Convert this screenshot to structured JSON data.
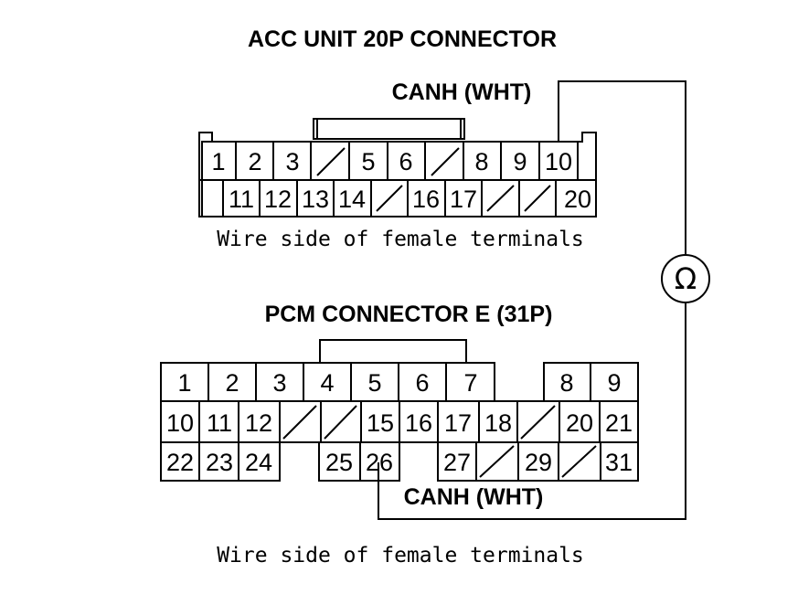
{
  "acc": {
    "title": "ACC UNIT 20P CONNECTOR",
    "wire_label": "CANH (WHT)",
    "caption": "Wire side of female terminals",
    "row1": [
      "1",
      "2",
      "3",
      "",
      "5",
      "6",
      "",
      "8",
      "9",
      "10"
    ],
    "row2": [
      "",
      "11",
      "12",
      "13",
      "14",
      "",
      "16",
      "17",
      "",
      "",
      "20"
    ]
  },
  "pcm": {
    "title": "PCM CONNECTOR E (31P)",
    "wire_label": "CANH (WHT)",
    "caption": "Wire side of female terminals",
    "row1": [
      "1",
      "2",
      "3",
      "4",
      "5",
      "6",
      "7",
      "8",
      "9"
    ],
    "row2": [
      "10",
      "11",
      "12",
      "",
      "",
      "15",
      "16",
      "17",
      "18",
      "",
      "20",
      "21"
    ],
    "row3": [
      "22",
      "23",
      "24",
      "25",
      "26",
      "27",
      "",
      "29",
      "",
      "31"
    ]
  },
  "meter": {
    "symbol": "Ω",
    "name": "ohmmeter"
  }
}
